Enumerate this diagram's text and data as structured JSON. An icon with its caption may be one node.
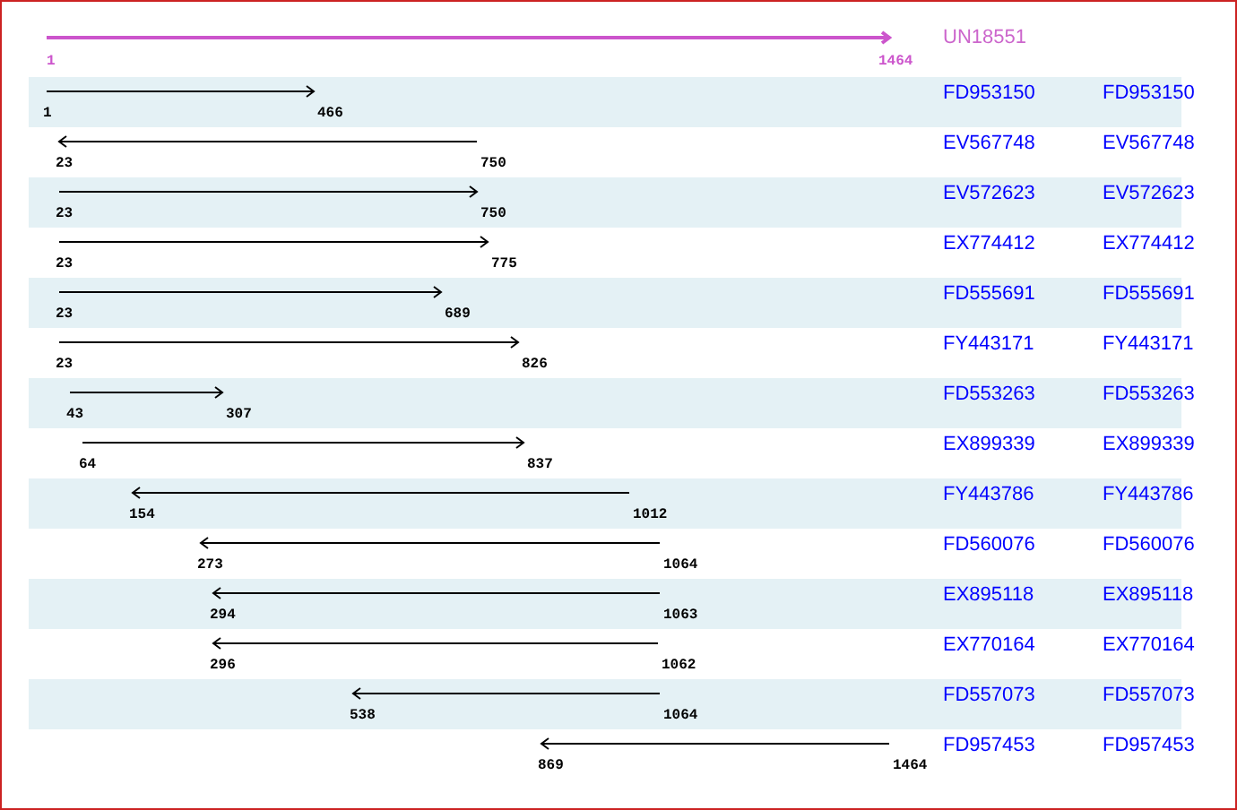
{
  "diagram": {
    "labels": [
      "UN18551",
      "1",
      "1464",
      "FD953150",
      "FD953150",
      "1",
      "466",
      "EV567748",
      "EV567748",
      "23",
      "750",
      "EV572623",
      "EV572623",
      "23",
      "750",
      "EX774412",
      "EX774412",
      "23",
      "775",
      "FD555691",
      "FD555691",
      "23",
      "689",
      "FY443171",
      "FY443171",
      "23",
      "826",
      "FD553263",
      "FD553263",
      "43",
      "307",
      "EX899339",
      "EX899339",
      "64",
      "837",
      "FY443786",
      "FY443786",
      "154",
      "1012",
      "FD560076",
      "FD560076",
      "273",
      "1064",
      "EX895118",
      "EX895118",
      "294",
      "1063",
      "EX770164",
      "EX770164",
      "296",
      "1062",
      "FD557073",
      "FD557073",
      "538",
      "1064",
      "FD957453",
      "FD957453",
      "869",
      "1464"
    ]
  }
}
